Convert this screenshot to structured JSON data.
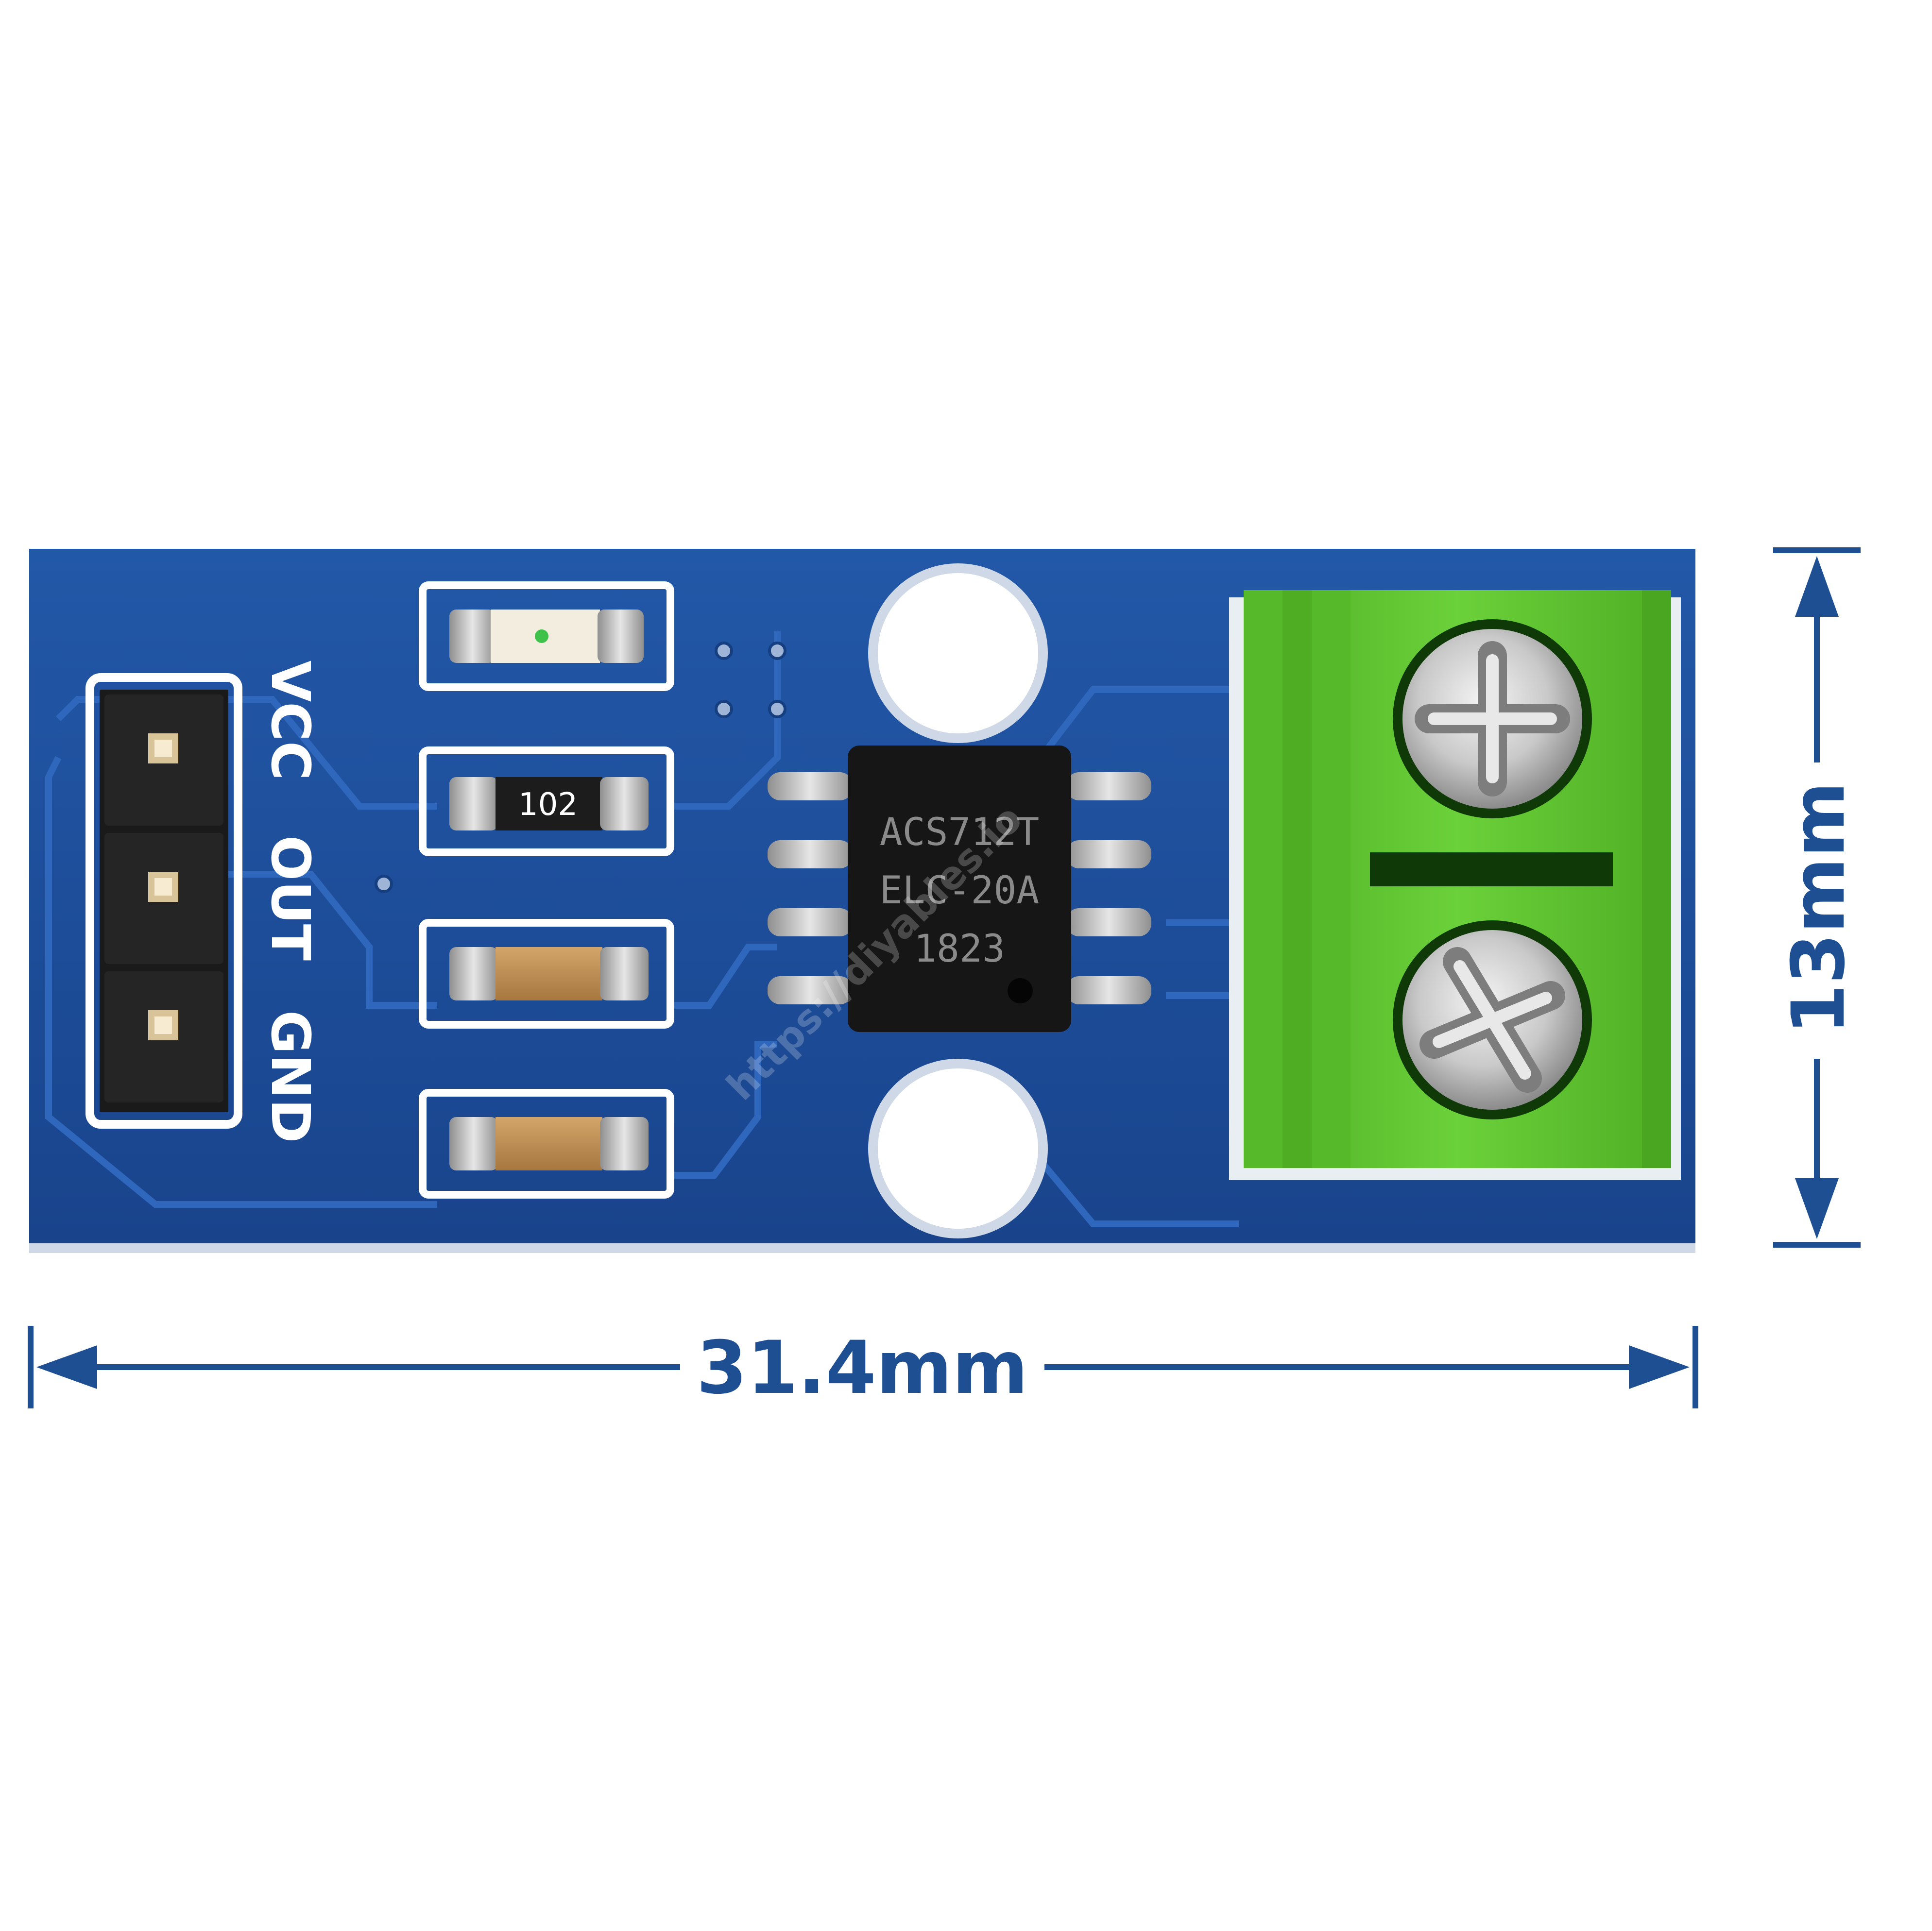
{
  "board": {
    "pin_labels": [
      "VCC",
      "OUT",
      "GND"
    ],
    "resistor_code": "102",
    "chip_lines": [
      "ACS712T",
      "ELC-20A",
      "1823"
    ],
    "watermark": "https://diyables.io"
  },
  "dimensions": {
    "width_label": "31.4mm",
    "height_label": "13mm"
  },
  "colors": {
    "pcb_blue": "#1d4f9e",
    "terminal_green": "#5bbf2e",
    "dimension_blue": "#1e4f93"
  }
}
